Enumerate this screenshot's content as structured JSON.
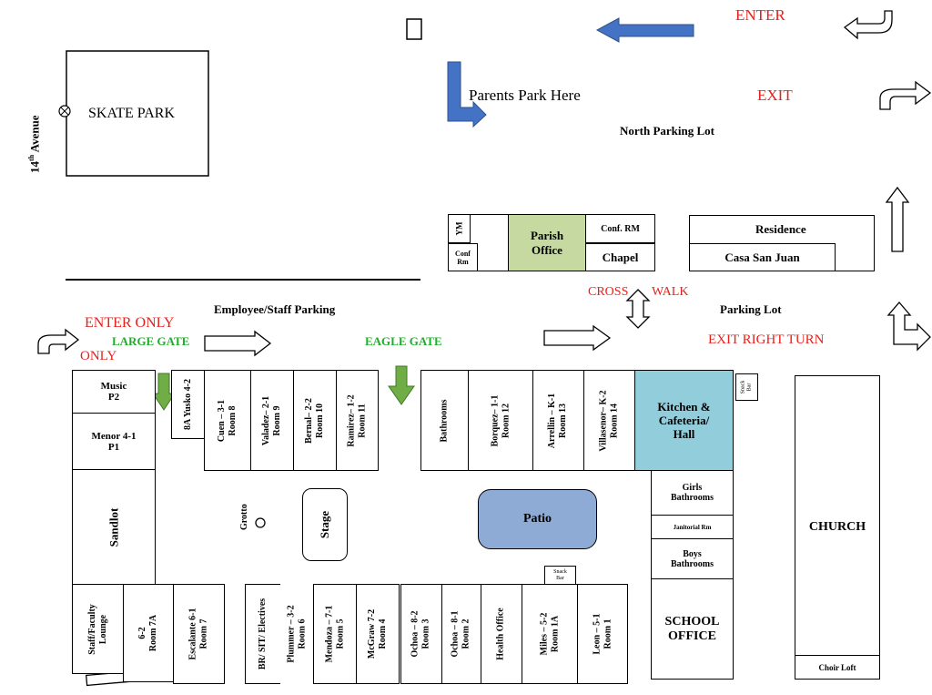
{
  "streets": {
    "avenue": "14",
    "avenue_sup": "th",
    "avenue_suffix": " Avenue"
  },
  "labels": {
    "enter": "ENTER",
    "exit": "EXIT",
    "parents_park": "Parents Park Here",
    "north_lot": "North Parking Lot",
    "skate_park": "SKATE PARK",
    "employee_parking": "Employee/Staff Parking",
    "enter_only": "ENTER ONLY",
    "only": "ONLY",
    "large_gate": "LARGE GATE",
    "eagle_gate": "EAGLE GATE",
    "cross": "CROSS",
    "walk": "WALK",
    "parking_lot": "Parking Lot",
    "exit_right_turn": "EXIT RIGHT TURN"
  },
  "north_buildings": {
    "ym": "YM",
    "conf_rm_small_1": "Conf",
    "conf_rm_small_2": "Rm",
    "parish_office_1": "Parish",
    "parish_office_2": "Office",
    "conf_rm": "Conf. RM",
    "chapel": "Chapel",
    "residence": "Residence",
    "casa": "Casa San Juan"
  },
  "left_rooms": {
    "music_1": "Music",
    "music_2": "P2",
    "menor_1": "Menor 4-1",
    "menor_2": "P1",
    "sandlot": "Sandlot",
    "yusko": "8A Yusko 4-2"
  },
  "top_rooms": {
    "cuen": [
      "Cuen – 3-1",
      "Room 8"
    ],
    "valadez": [
      "Valadez– 2-1",
      "Room 9"
    ],
    "bernal": [
      "Bernal– 2-2",
      "Room 10"
    ],
    "ramirez": [
      "Ramirez– 1-2",
      "Room 11"
    ],
    "bathrooms": "Bathrooms",
    "borquez": [
      "Borquez– 1-1",
      "Room 12"
    ],
    "arrellin": [
      "Arrellin – K-1",
      "Room 13"
    ],
    "villasenor": [
      "Villasenor– K-2",
      "Room 14"
    ],
    "kitchen": [
      "Kitchen &",
      "Cafeteria/",
      "Hall"
    ],
    "snack_bar_1": [
      "Snack",
      "Bar"
    ]
  },
  "middle": {
    "grotto": "Grotto",
    "stage": "Stage",
    "patio": "Patio",
    "girls_bath": [
      "Girls",
      "Bathrooms"
    ],
    "janitorial": "Janitorial Rm",
    "boys_bath": [
      "Boys",
      "Bathrooms"
    ],
    "school_office": [
      "SCHOOL",
      "OFFICE"
    ],
    "church": "CHURCH",
    "choir_loft": "Choir Loft",
    "snack_bar_2": [
      "Snack",
      "Bar"
    ]
  },
  "bottom_rooms": {
    "staff_lounge": [
      "Staff/Faculty",
      "Lounge"
    ],
    "r6_2": [
      "6-2",
      "Room 7A"
    ],
    "escalante": [
      "Escalante 6-1",
      "Room 7"
    ],
    "br_sit": "BR/ SIT/ Electives",
    "plummer": [
      "Plummer – 3-2",
      "Room 6"
    ],
    "mendoza": [
      "Mendoza – 7-1",
      "Room 5"
    ],
    "mcgraw": [
      "McGraw 7-2",
      "Room 4"
    ],
    "ochoa_82": [
      "Ochoa – 8-2",
      "Room 3"
    ],
    "ochoa_81": [
      "Ochoa – 8-1",
      "Room 2"
    ],
    "health_office": "Health Office",
    "miles": [
      "Miles – 5-2",
      "Room 1A"
    ],
    "leon": [
      "Leon – 5-1",
      "Room 1"
    ]
  },
  "colors": {
    "red_text": "#e8201b",
    "green_text": "#1fae2a",
    "blue_arrow": "#4472c4",
    "parish_fill": "#c5d9a0",
    "kitchen_fill": "#92cddc",
    "patio_fill": "#8eabd6",
    "green_arrow": "#70ad47"
  },
  "icons": [
    "blue-arrow-left-icon",
    "blue-corner-arrow-icon",
    "u-turn-arrow-icon",
    "right-turn-arrow-icon",
    "up-arrow-icon",
    "double-arrow-icon",
    "green-down-arrow-icon"
  ]
}
